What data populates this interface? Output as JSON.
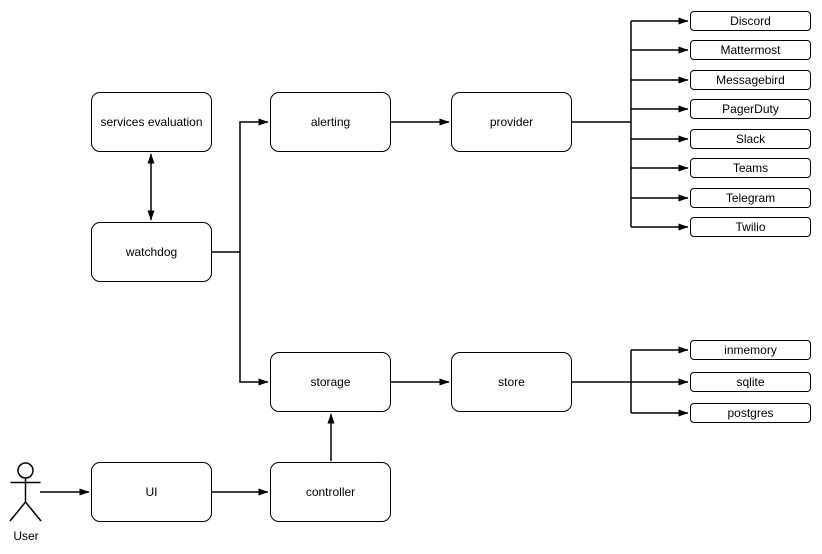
{
  "diagram": {
    "background_color": "#ffffff",
    "stroke_color": "#000000",
    "text_color": "#000000",
    "node_fill_color": "#ffffff",
    "nodes": {
      "services_evaluation": "services evaluation",
      "watchdog": "watchdog",
      "alerting": "alerting",
      "provider": "provider",
      "storage": "storage",
      "store": "store",
      "ui": "UI",
      "controller": "controller"
    },
    "providers": [
      "Discord",
      "Mattermost",
      "Messagebird",
      "PagerDuty",
      "Slack",
      "Teams",
      "Telegram",
      "Twilio"
    ],
    "stores": [
      "inmemory",
      "sqlite",
      "postgres"
    ],
    "actor": {
      "label": "User"
    }
  }
}
